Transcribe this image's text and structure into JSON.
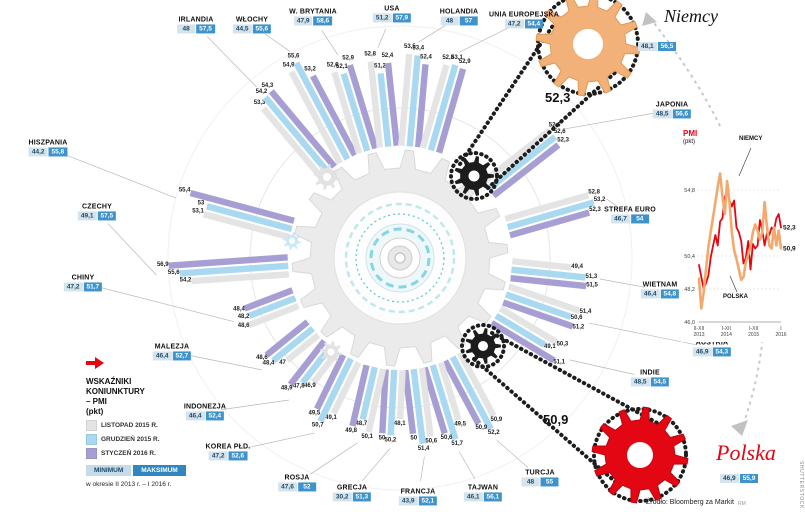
{
  "header": {
    "title": "WSKAŹNIKI\nKONIUNKTURY\n– PMI\n(pkt)"
  },
  "legend": {
    "items": [
      {
        "label": "LISTOPAD 2015 R.",
        "color": "#e4e4e4"
      },
      {
        "label": "GRUDZIEŃ 2015 R.",
        "color": "#a9d9f1"
      },
      {
        "label": "STYCZEŃ 2016 R.",
        "color": "#a79fd4"
      }
    ],
    "minimum_label": "MINIMUM",
    "maximum_label": "MAKSIMUM",
    "period_note": "w okresie II 2013 r. – I 2016 r."
  },
  "germany": {
    "label": "Niemcy",
    "value": "52,3",
    "min": "48,1",
    "max": "56,5",
    "gear_color": "#f2b178"
  },
  "poland": {
    "label": "Polska",
    "value": "50,9",
    "min": "46,9",
    "max": "55,9",
    "gear_color": "#e30613"
  },
  "credits": {
    "source": "Źródło: Bloomberg za Markit",
    "agency": "RM",
    "stock": "SHUTTERSTOCK"
  },
  "colors": {
    "min_badge": "#d5e3ed",
    "max_badge": "#3f93cc",
    "accent_red": "#e30613"
  },
  "chart_data": [
    {
      "type": "bar",
      "subtype": "radial",
      "title": "WSKAŹNIKI KONIUNKTURY – PMI (pkt)",
      "series_labels": [
        "LISTOPAD 2015 R.",
        "GRUDZIEŃ 2015 R.",
        "STYCZEŃ 2016 R."
      ],
      "series_colors": [
        "#e4e4e4",
        "#a9d9f1",
        "#a79fd4"
      ],
      "note": "w okresie II 2013 r. – I 2016 r.",
      "countries": [
        {
          "name": "IRLANDIA",
          "min": "48",
          "max": "57,5",
          "values": [
            53.3,
            54.2,
            54.3
          ]
        },
        {
          "name": "WŁOCHY",
          "min": "44,5",
          "max": "55,6",
          "values": [
            54.9,
            55.6,
            53.2
          ]
        },
        {
          "name": "W. BRYTANIA",
          "min": "47,9",
          "max": "58,6",
          "values": [
            52.6,
            52.1,
            52.9
          ]
        },
        {
          "name": "USA",
          "min": "51,2",
          "max": "57,9",
          "values": [
            52.8,
            51.2,
            52.4
          ]
        },
        {
          "name": "HOLANDIA",
          "min": "48",
          "max": "57",
          "values": [
            53.5,
            53.4,
            52.4
          ]
        },
        {
          "name": "UNIA EUROPEJSKA",
          "min": "47,2",
          "max": "54,4",
          "values": [
            52.8,
            53.1,
            52.9
          ]
        },
        {
          "name": "JAPONIA",
          "min": "48,5",
          "max": "56,6",
          "values": [
            52.6,
            52.6,
            52.3
          ]
        },
        {
          "name": "STREFA EURO",
          "min": "46,7",
          "max": "54",
          "values": [
            52.8,
            53.2,
            52.3
          ]
        },
        {
          "name": "WIETNAM",
          "min": "46,4",
          "max": "54,8",
          "values": [
            49.4,
            51.3,
            51.5
          ]
        },
        {
          "name": "AUSTRIA",
          "min": "46,9",
          "max": "54,3",
          "values": [
            51.4,
            50.6,
            51.2
          ]
        },
        {
          "name": "INDIE",
          "min": "48,5",
          "max": "54,5",
          "values": [
            50.3,
            49.1,
            51.1
          ]
        },
        {
          "name": "TURCJA",
          "min": "48",
          "max": "55",
          "values": [
            50.9,
            52.2,
            50.9
          ]
        },
        {
          "name": "TAJWAN",
          "min": "46,1",
          "max": "56,1",
          "values": [
            49.5,
            51.7,
            50.6
          ]
        },
        {
          "name": "FRANCJA",
          "min": "43,9",
          "max": "52,1",
          "values": [
            50.6,
            51.4,
            50
          ]
        },
        {
          "name": "GRECJA",
          "min": "30,2",
          "max": "51,3",
          "values": [
            48.1,
            50.2,
            50
          ]
        },
        {
          "name": "ROSJA",
          "min": "47,6",
          "max": "52",
          "values": [
            50.1,
            48.7,
            49.8
          ]
        },
        {
          "name": "KOREA PŁD.",
          "min": "47,2",
          "max": "52,6",
          "values": [
            49.1,
            50.7,
            49.5
          ]
        },
        {
          "name": "INDONEZJA",
          "min": "46,4",
          "max": "52,4",
          "values": [
            46.9,
            47.8,
            48.9
          ]
        },
        {
          "name": "MALEZJA",
          "min": "46,4",
          "max": "52,7",
          "values": [
            47,
            48.4,
            48.6
          ]
        },
        {
          "name": "CHINY",
          "min": "47,2",
          "max": "51,7",
          "values": [
            48.6,
            48.2,
            48.4
          ]
        },
        {
          "name": "CZECHY",
          "min": "49,1",
          "max": "57,5",
          "values": [
            54.2,
            55.6,
            56.9
          ]
        },
        {
          "name": "HISZPANIA",
          "min": "44,2",
          "max": "55,8",
          "values": [
            53.1,
            53,
            55.4
          ]
        }
      ]
    },
    {
      "type": "line",
      "title": "PMI",
      "unit": "(pkt)",
      "ylim": [
        46,
        56
      ],
      "yticks": [
        "54,8",
        "50,4",
        "48,2",
        "46,0"
      ],
      "xticks": [
        "II-XII 2013",
        "I-XII 2014",
        "I-XII 2015",
        "I 2016"
      ],
      "end_labels": [
        "52,3",
        "50,9"
      ],
      "series": [
        {
          "name": "NIEMCY",
          "color": "#e30613",
          "width": 1.8,
          "values": [
            49.8,
            49,
            48.2,
            48.6,
            49.1,
            50.3,
            51.1,
            51.8,
            51.1,
            52.7,
            52.9,
            54.3,
            54.8,
            54.1,
            53.7,
            54.1,
            52.3,
            52,
            51.4,
            49.9,
            50.3,
            51.4,
            49.5,
            51.2,
            50.9,
            51.1,
            52.8,
            52.1,
            51.1,
            51.9,
            51.8,
            52.3,
            52.1,
            52.9,
            53.2,
            52.3
          ]
        },
        {
          "name": "POLSKA",
          "color": "#f3a96e",
          "width": 2.6,
          "values": [
            48.9,
            46.9,
            48,
            49.5,
            51,
            52,
            53,
            54,
            55,
            55.9,
            54.4,
            53.2,
            55.4,
            54,
            52,
            50.8,
            50.2,
            49.5,
            48.8,
            49,
            50,
            50.5,
            51,
            52,
            52.5,
            52.1,
            51.5,
            52,
            54,
            52.4,
            51.1,
            50.9,
            52.3,
            51.1,
            52.1,
            50.9
          ]
        }
      ]
    }
  ]
}
